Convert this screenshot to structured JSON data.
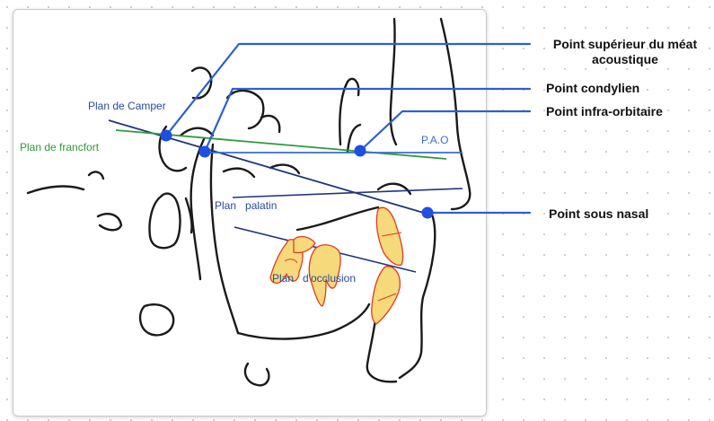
{
  "diagram": {
    "plane_labels": {
      "camper": "Plan de Camper",
      "francfort": "Plan de francfort",
      "pao": "P.A.O",
      "palatin": "Plan   palatin",
      "occlusion": "Plan   d'occlusion"
    },
    "annotations": {
      "meat_line1": "Point supérieur du méat",
      "meat_line2": "acoustique",
      "condylien": "Point condylien",
      "infra_orbitaire": "Point infra-orbitaire",
      "sous_nasal": "Point sous nasal"
    },
    "colors": {
      "point": "#1f4fe0",
      "leader": "#2d5fd0",
      "camper_line": "#22357a",
      "francfort_line": "#2f9a3c",
      "pao_line": "#3a6fc9",
      "plane_text": "#2b4a9a",
      "francfort_text": "#2e9a3a",
      "tooth_fill": "#f6d97a",
      "tooth_outline": "#e03a1e",
      "skull_outline": "#1a1a1a"
    }
  }
}
